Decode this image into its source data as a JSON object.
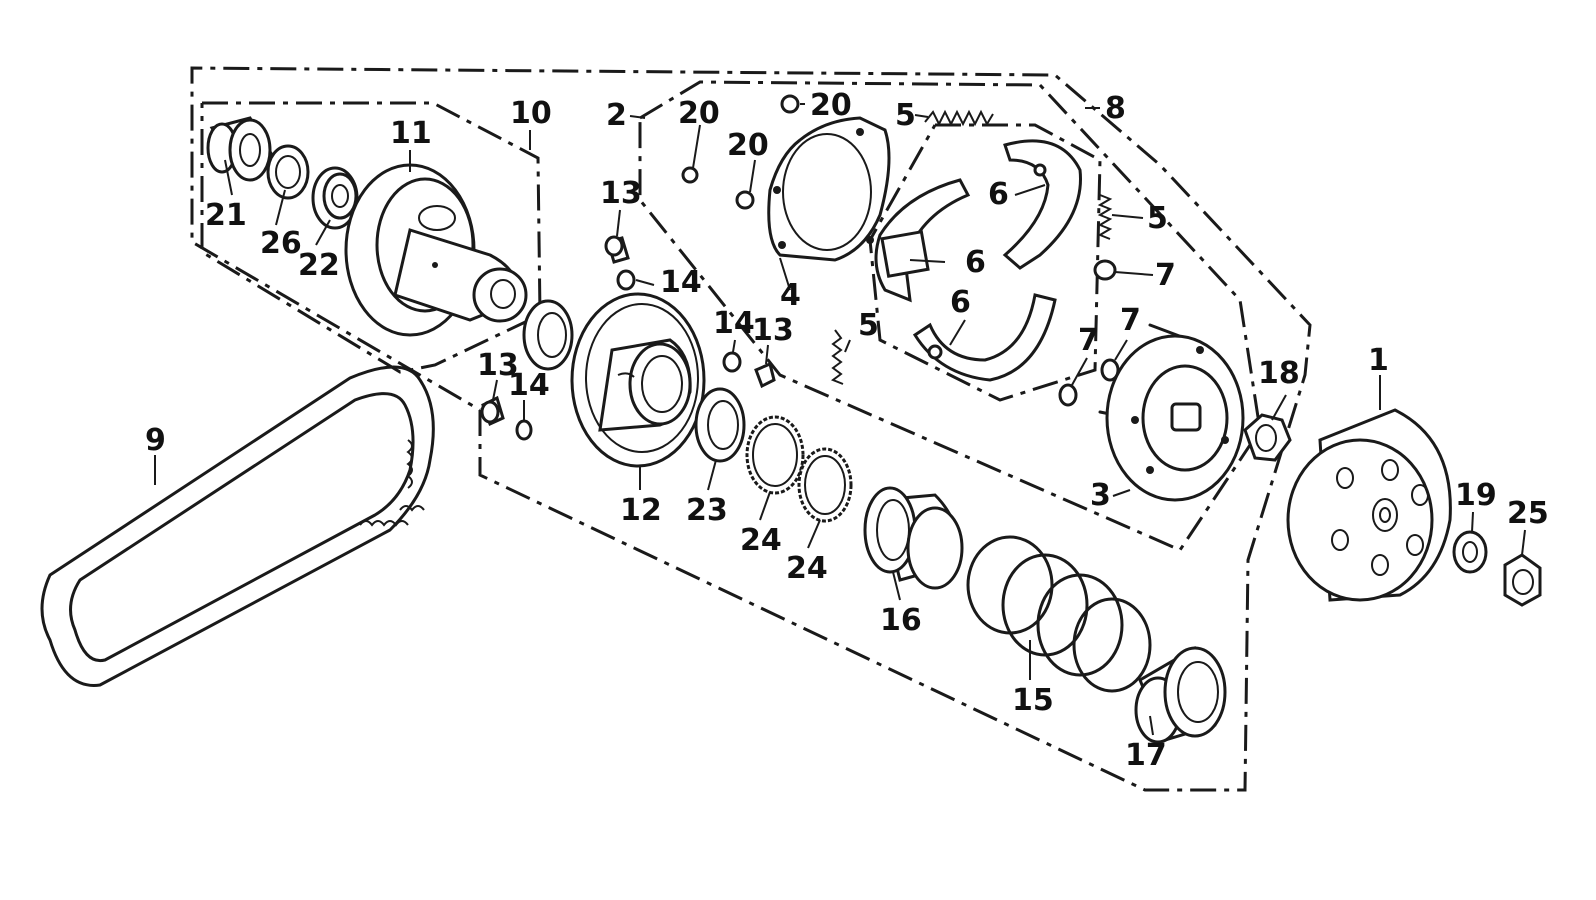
{
  "callouts": {
    "c1": "1",
    "c2": "2",
    "c3": "3",
    "c4": "4",
    "c5a": "5",
    "c5b": "5",
    "c5c": "5",
    "c6a": "6",
    "c6b": "6",
    "c6c": "6",
    "c7a": "7",
    "c7b": "7",
    "c7c": "7",
    "c8": "8",
    "c9": "9",
    "c10": "10",
    "c11": "11",
    "c12": "12",
    "c13a": "13",
    "c13b": "13",
    "c13c": "13",
    "c14a": "14",
    "c14b": "14",
    "c14c": "14",
    "c15": "15",
    "c16": "16",
    "c17": "17",
    "c18": "18",
    "c19": "19",
    "c20a": "20",
    "c20b": "20",
    "c20c": "20",
    "c21": "21",
    "c22": "22",
    "c23": "23",
    "c24a": "24",
    "c24b": "24",
    "c25": "25",
    "c26": "26"
  }
}
